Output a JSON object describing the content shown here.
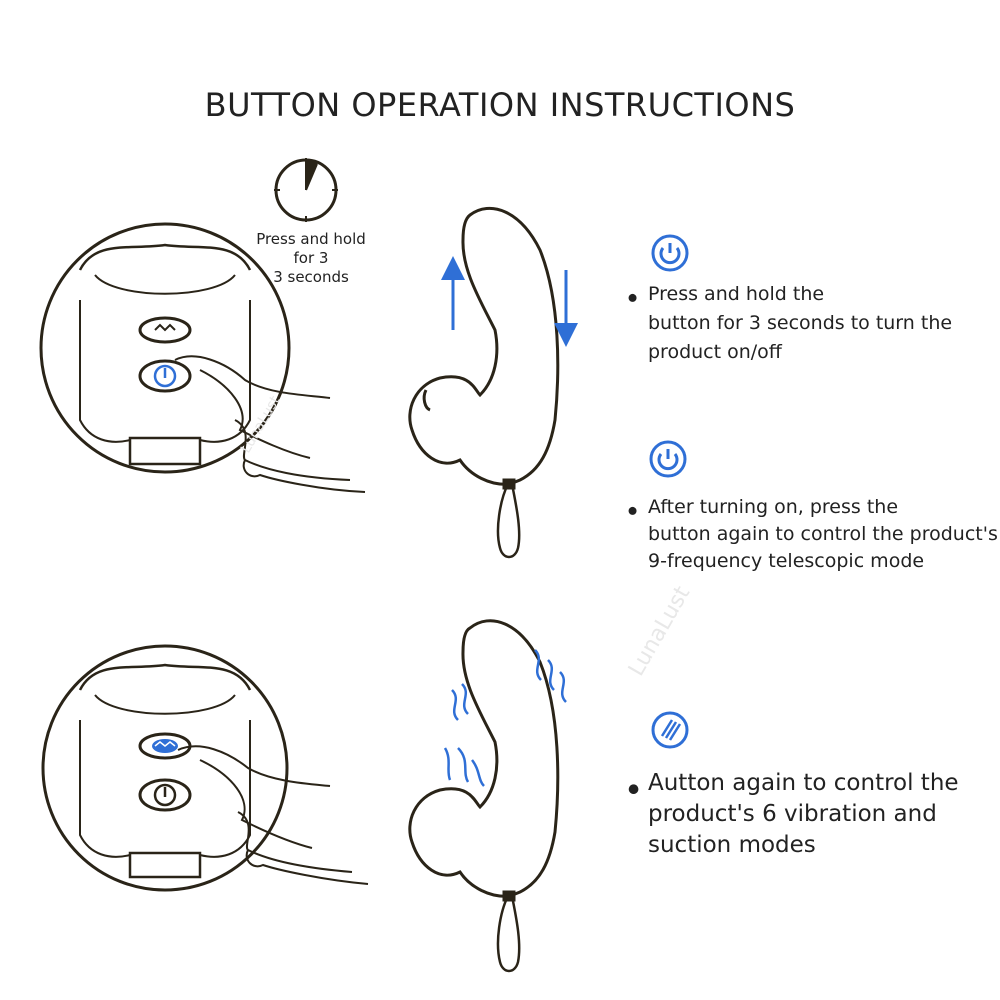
{
  "title": "BUTTON OPERATION INSTRUCTIONS",
  "timer_caption": [
    "Press and hold",
    "for 3",
    "3 seconds"
  ],
  "steps": [
    {
      "icon": "power-icon",
      "lines": [
        "Press and hold the",
        "button for 3 seconds to turn the",
        "product on/off"
      ]
    },
    {
      "icon": "power-icon",
      "lines": [
        "After turning on, press the",
        "button again to control the product's",
        "9-frequency telescopic mode"
      ]
    },
    {
      "icon": "vibration-icon",
      "lines": [
        "Autton again to control the",
        "product's 6 vibration and",
        "suction modes"
      ]
    }
  ],
  "watermark": "LunaLust",
  "colors": {
    "accent_blue": "#2f6fd6",
    "line": "#2a2418",
    "text": "#222222"
  }
}
